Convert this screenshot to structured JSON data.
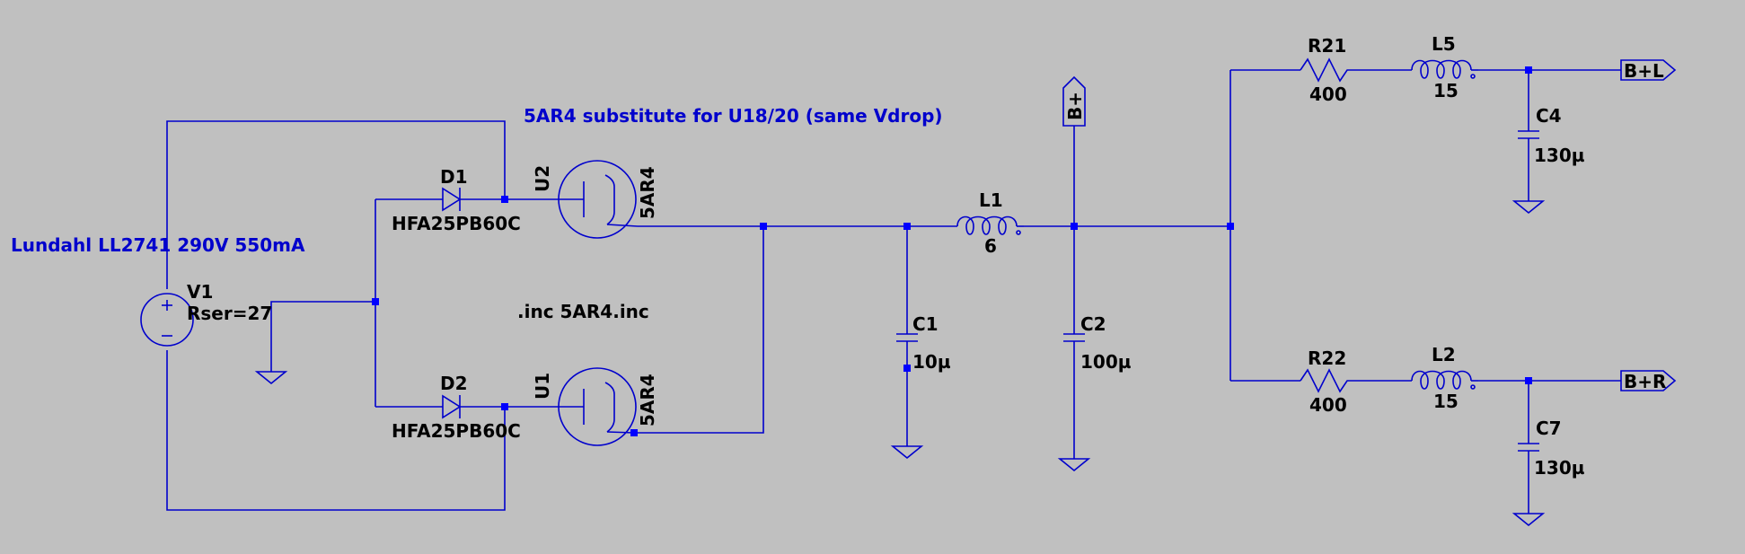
{
  "comments": {
    "tube_note": "5AR4 substitute for U18/20 (same Vdrop)",
    "transformer_note": "Lundahl LL2741 290V 550mA",
    "include_directive": ".inc 5AR4.inc"
  },
  "source": {
    "ref": "V1",
    "value": "Rser=27"
  },
  "diodes": [
    {
      "ref": "D1",
      "value": "HFA25PB60C"
    },
    {
      "ref": "D2",
      "value": "HFA25PB60C"
    }
  ],
  "tubes": [
    {
      "ref": "U2",
      "value": "5AR4"
    },
    {
      "ref": "U1",
      "value": "5AR4"
    }
  ],
  "inductors": [
    {
      "ref": "L1",
      "value": "6"
    },
    {
      "ref": "L5",
      "value": "15"
    },
    {
      "ref": "L2",
      "value": "15"
    }
  ],
  "capacitors": [
    {
      "ref": "C1",
      "value": "10µ"
    },
    {
      "ref": "C2",
      "value": "100µ"
    },
    {
      "ref": "C4",
      "value": "130µ"
    },
    {
      "ref": "C7",
      "value": "130µ"
    }
  ],
  "resistors": [
    {
      "ref": "R21",
      "value": "400"
    },
    {
      "ref": "R22",
      "value": "400"
    }
  ],
  "net_labels": {
    "b_plus": "B+",
    "b_plus_left": "B+L",
    "b_plus_right": "B+R"
  },
  "colors": {
    "background": "#c0c0c0",
    "wire": "#0000cc",
    "text": "#000000",
    "comment": "#0000cc"
  }
}
